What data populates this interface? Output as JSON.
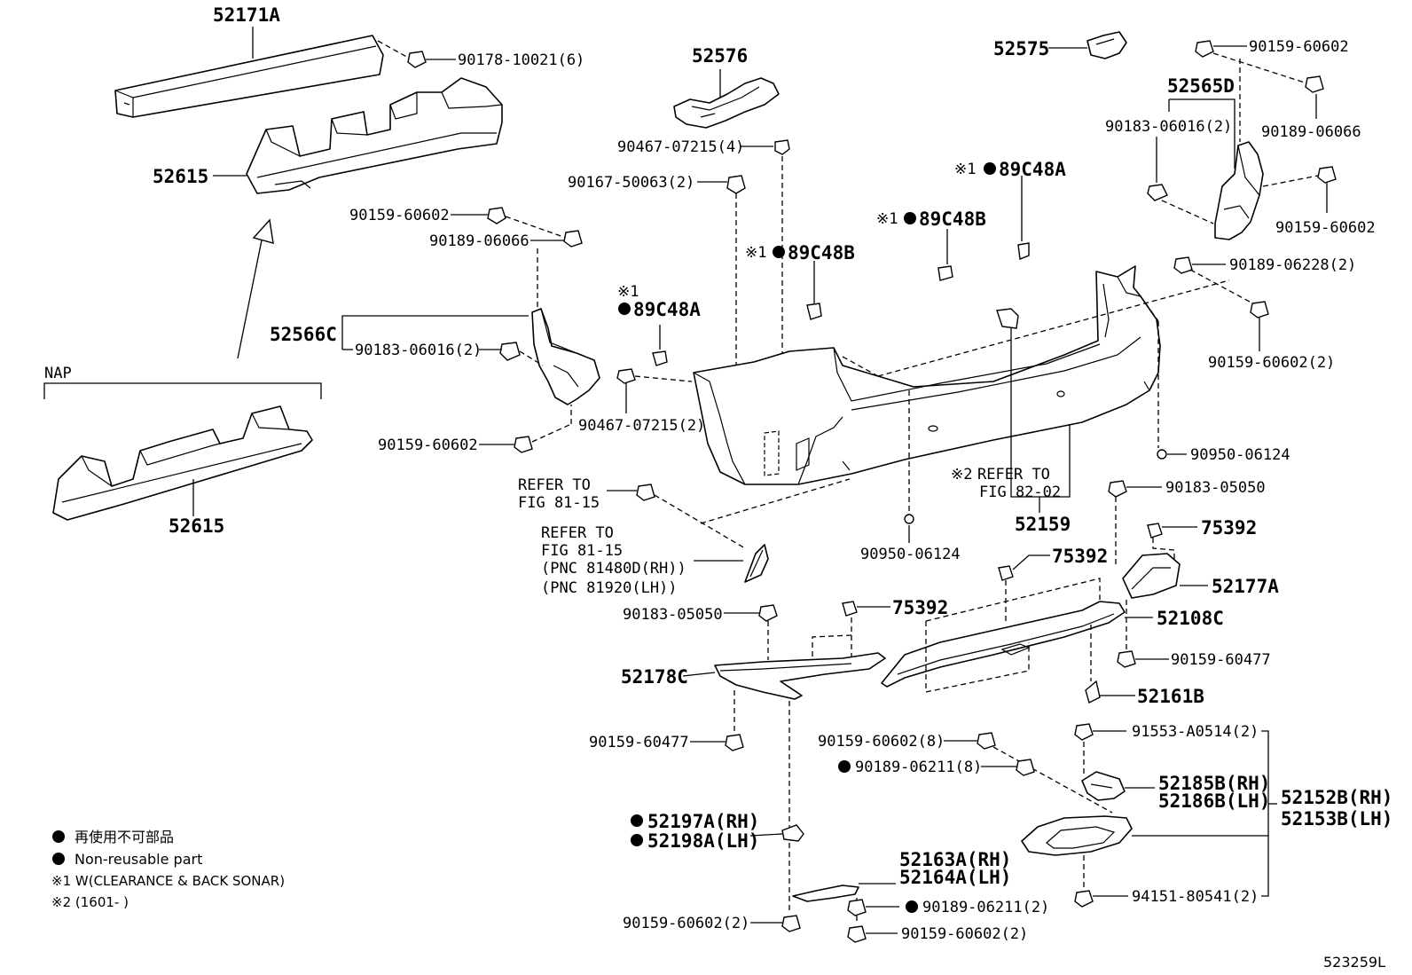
{
  "labels": {
    "p52171A": "52171A",
    "p90178": "90178-10021(6)",
    "p52615_top": "52615",
    "p52615_nap": "52615",
    "nap": "NAP",
    "p52576": "52576",
    "p90467_a": "90467-07215(4)",
    "p90167": "90167-50063(2)",
    "p90159_a": "90159-60602",
    "p90189_a": "90189-06066",
    "p52566C": "52566C",
    "p90183_a": "90183-06016(2)",
    "p90159_b": "90159-60602",
    "n1_a": "※1",
    "p89C48A_a": "89C48A",
    "p89C48B_a": "89C48B",
    "n1_b": "※1",
    "p90467_b": "90467-07215(2)",
    "n1_c": "※1",
    "p89C48B_b": "89C48B",
    "n1_d": "※1",
    "p89C48A_b": "89C48A",
    "p52575": "52575",
    "p90159_c": "90159-60602",
    "p52565D": "52565D",
    "p90183_b": "90183-06016(2)",
    "p90189_b": "90189-06066",
    "p90159_d": "90159-60602",
    "p90189_c": "90189-06228(2)",
    "p90159_e": "90159-60602(2)",
    "p90950_a": "90950-06124",
    "n2": "※2",
    "refer_8202_a": "REFER TO",
    "refer_8202_b": "FIG 82-02",
    "p52159": "52159",
    "p90950_b": "90950-06124",
    "refer_8115a_1": "REFER TO",
    "refer_8115a_2": "FIG 81-15",
    "refer_8115b_1": "REFER TO",
    "refer_8115b_2": "FIG 81-15",
    "pnc_rh": "(PNC 81480D(RH))",
    "pnc_lh": "(PNC 81920(LH))",
    "p90183_c": "90183-05050",
    "p75392_a": "75392",
    "p75392_b": "75392",
    "p52177A": "52177A",
    "p90183_d": "90183-05050",
    "p75392_c": "75392",
    "p52108C": "52108C",
    "p52178C": "52178C",
    "p90159_f": "90159-60477",
    "p52161B": "52161B",
    "p90159_g": "90159-60477",
    "p90159_h": "90159-60602(8)",
    "p90189_d": "90189-06211(8)",
    "p91553": "91553-A0514(2)",
    "p52185B": "52185B(RH)",
    "p52186B": "52186B(LH)",
    "p52152B": "52152B(RH)",
    "p52153B": "52153B(LH)",
    "p52197A": "52197A(RH)",
    "p52198A": "52198A(LH)",
    "p52163A": "52163A(RH)",
    "p52164A": "52164A(LH)",
    "p94151": "94151-80541(2)",
    "p90159_i": "90159-60602(2)",
    "p90189_e": "90189-06211(2)",
    "p90159_j": "90159-60602(2)"
  },
  "legend": {
    "jp": "再使用不可部品",
    "en": "Non-reusable part",
    "note1": "※1 W(CLEARANCE & BACK SONAR)",
    "note2": "※2 (1601-        )"
  },
  "diagram_id": "523259L"
}
